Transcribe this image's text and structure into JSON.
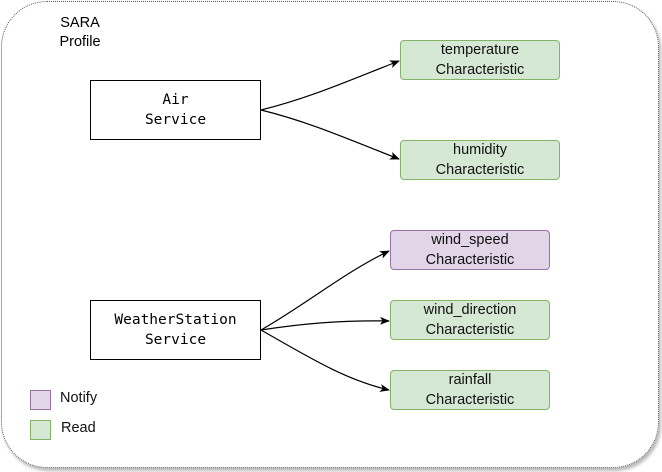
{
  "profile": {
    "title_line1": "SARA",
    "title_line2": "Profile"
  },
  "services": [
    {
      "id": "air",
      "line1": "Air",
      "line2": "Service"
    },
    {
      "id": "weather",
      "line1": "WeatherStation",
      "line2": "Service"
    }
  ],
  "characteristics": [
    {
      "id": "temperature",
      "name": "temperature",
      "kind_label": "Characteristic",
      "property": "Read",
      "service": "air"
    },
    {
      "id": "humidity",
      "name": "humidity",
      "kind_label": "Characteristic",
      "property": "Read",
      "service": "air"
    },
    {
      "id": "wind_speed",
      "name": "wind_speed",
      "kind_label": "Characteristic",
      "property": "Notify",
      "service": "weather"
    },
    {
      "id": "wind_direction",
      "name": "wind_direction",
      "kind_label": "Characteristic",
      "property": "Read",
      "service": "weather"
    },
    {
      "id": "rainfall",
      "name": "rainfall",
      "kind_label": "Characteristic",
      "property": "Read",
      "service": "weather"
    }
  ],
  "legend": {
    "notify_label": "Notify",
    "read_label": "Read"
  },
  "colors": {
    "read_fill": "#d5e8d4",
    "read_stroke": "#82b366",
    "notify_fill": "#e1d5e7",
    "notify_stroke": "#9673a6",
    "edge": "#000000"
  }
}
